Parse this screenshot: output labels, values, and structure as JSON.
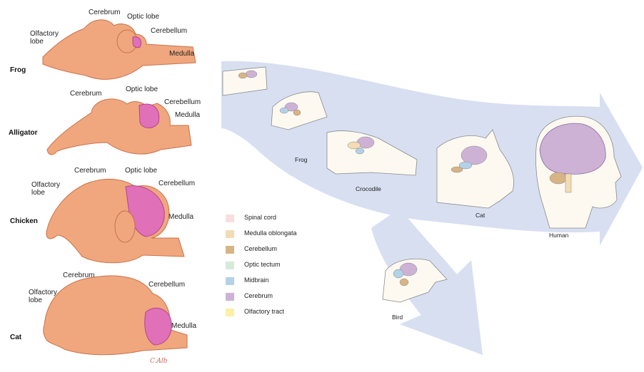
{
  "left_panel": {
    "frog": {
      "species": "Frog",
      "labels": {
        "cerebrum": "Cerebrum",
        "optic_lobe": "Optic lobe",
        "cerebellum": "Cerebellum",
        "olfactory": "Olfactory\nlobe",
        "medulla": "Medulla"
      }
    },
    "alligator": {
      "species": "Alligator",
      "labels": {
        "cerebrum": "Cerebrum",
        "optic_lobe": "Optic lobe",
        "cerebellum": "Cerebellum",
        "medulla": "Medulla"
      }
    },
    "chicken": {
      "species": "Chicken",
      "labels": {
        "cerebrum": "Cerebrum",
        "optic_lobe": "Optic lobe",
        "cerebellum": "Cerebellum",
        "olfactory": "Olfactory\nlobe",
        "medulla": "Medulla"
      }
    },
    "cat": {
      "species": "Cat",
      "labels": {
        "cerebrum": "Cerebrum",
        "cerebellum": "Cerebellum",
        "olfactory": "Olfactory\nlobe",
        "medulla": "Medulla"
      }
    },
    "signature": "C.Alb"
  },
  "legend": [
    {
      "label": "Spinal cord",
      "color": "#f9dede"
    },
    {
      "label": "Medulla oblongata",
      "color": "#f3dcb4"
    },
    {
      "label": "Cerebellum",
      "color": "#d7b486"
    },
    {
      "label": "Optic tectum",
      "color": "#d6ead8"
    },
    {
      "label": "Midbrain",
      "color": "#b3d2e8"
    },
    {
      "label": "Cerebrum",
      "color": "#cdb2d6"
    },
    {
      "label": "Olfactory tract",
      "color": "#fbf0a6"
    }
  ],
  "evolution": {
    "frog": "Frog",
    "crocodile": "Crocodile",
    "cat": "Cat",
    "human": "Human",
    "bird": "Bird"
  },
  "colors": {
    "arrow": "#d7dff1",
    "brain": "#f0a77e",
    "brain_dark": "#c9724b",
    "pink": "#e070b8",
    "skin": "#fdf9f1"
  }
}
